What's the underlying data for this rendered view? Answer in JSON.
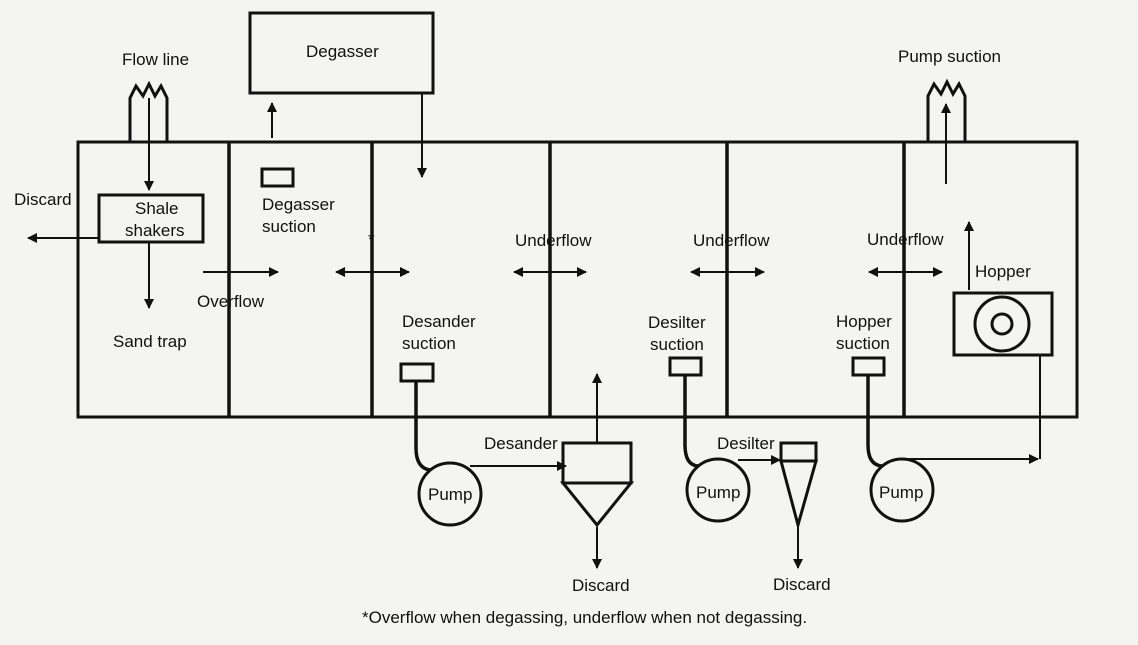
{
  "labels": {
    "flow_line": "Flow line",
    "degasser": "Degasser",
    "pump_suction": "Pump suction",
    "discard_left": "Discard",
    "shale_shakers_1": "Shale",
    "shale_shakers_2": "shakers",
    "degasser_suction_1": "Degasser",
    "degasser_suction_2": "suction",
    "asterisk": "*",
    "underflow_1": "Underflow",
    "underflow_2": "Underflow",
    "underflow_3": "Underflow",
    "overflow": "Overflow",
    "sand_trap": "Sand trap",
    "desander_suction_1": "Desander",
    "desander_suction_2": "suction",
    "desilter_suction_1": "Desilter",
    "desilter_suction_2": "suction",
    "hopper_suction_1": "Hopper",
    "hopper_suction_2": "suction",
    "hopper": "Hopper",
    "desander": "Desander",
    "desilter": "Desilter",
    "pump_1": "Pump",
    "pump_2": "Pump",
    "pump_3": "Pump",
    "discard_desander": "Discard",
    "discard_desilter": "Discard",
    "footnote": "*Overflow when degassing, underflow when not degassing."
  }
}
